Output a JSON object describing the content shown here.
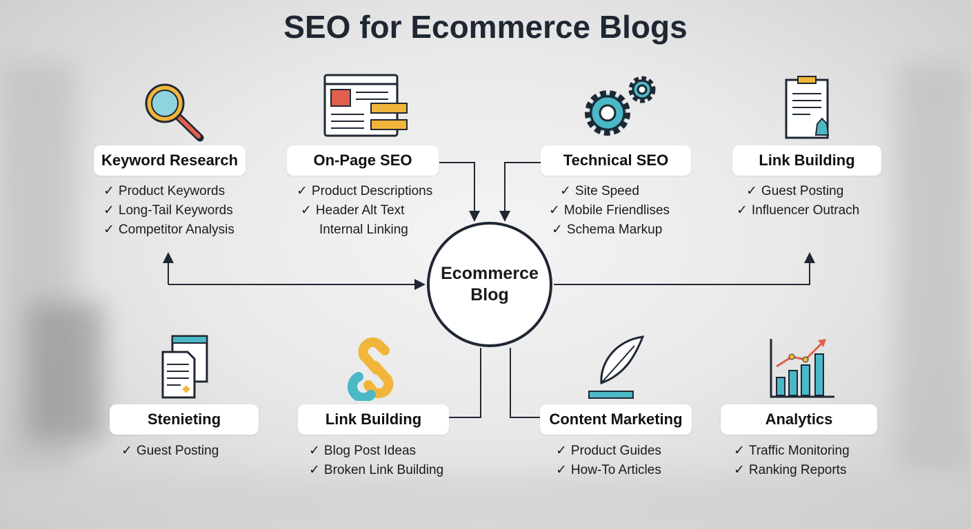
{
  "title": "SEO for Ecommerce Blogs",
  "center": {
    "line1": "Ecommerce",
    "line2": "Blog"
  },
  "top": [
    {
      "label": "Keyword Research",
      "icon": "magnifier-icon",
      "items": [
        "Product Keywords",
        "Long-Tail Keywords",
        "Competitor Analysis"
      ]
    },
    {
      "label": "On-Page SEO",
      "icon": "webpage-icon",
      "items": [
        "Product Descriptions",
        "Header Alt Text",
        "Internal Linking"
      ]
    },
    {
      "label": "Technical SEO",
      "icon": "gears-icon",
      "items": [
        "Site Speed",
        "Mobile Friendlises",
        "Schema Markup"
      ]
    },
    {
      "label": "Link Building",
      "icon": "clipboard-pen-icon",
      "items": [
        "Guest Posting",
        "Influencer Outrach"
      ]
    }
  ],
  "bottom": [
    {
      "label": "Stenieting",
      "icon": "documents-icon",
      "items": [
        "Guest Posting"
      ]
    },
    {
      "label": "Link Building",
      "icon": "chain-link-icon",
      "items": [
        "Blog Post Ideas",
        "Broken Link Building"
      ]
    },
    {
      "label": "Content Marketing",
      "icon": "quill-icon",
      "items": [
        "Product Guides",
        "How-To Articles"
      ]
    },
    {
      "label": "Analytics",
      "icon": "bar-chart-icon",
      "items": [
        "Traffic Monitoring",
        "Ranking Reports"
      ]
    }
  ],
  "check": "✓",
  "colors": {
    "teal": "#4bb8c6",
    "orange": "#f0b53a",
    "red": "#e0604d",
    "navy": "#1f2733"
  }
}
